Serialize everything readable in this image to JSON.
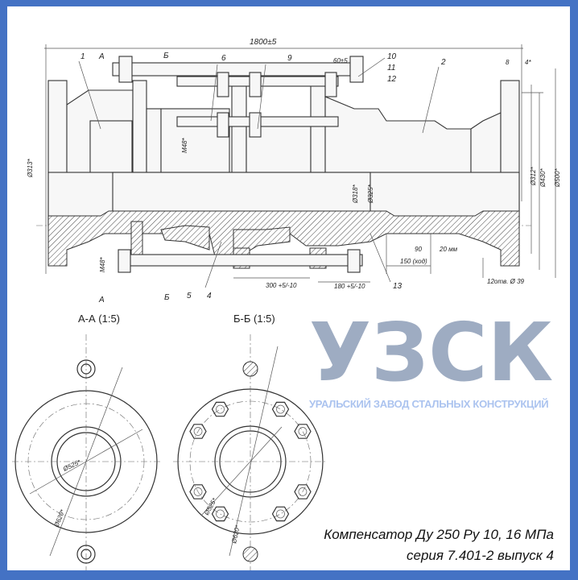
{
  "drawing": {
    "dimensions": {
      "overall_length": "1800±5",
      "d313": "Ø313*",
      "d312": "Ø312*",
      "d430": "Ø430*",
      "d500": "Ø500*",
      "d318": "Ø318*",
      "d325": "Ø325*",
      "m48_top": "M48*",
      "m48_bottom": "M48*",
      "gap_60": "60±5",
      "dim_8": "8",
      "dim_4": "4*",
      "dim_90": "90",
      "dim_20": "20 мм",
      "dim_150": "150 (ход)",
      "dim_300": "300 +5/-10",
      "dim_180": "180 +5/-10",
      "holes_note": "12отв. Ø 39"
    },
    "part_numbers": [
      "1",
      "2",
      "4",
      "5",
      "6",
      "9",
      "10",
      "11",
      "12",
      "13"
    ],
    "section_marks": {
      "a": "А",
      "b": "Б"
    }
  },
  "sections": {
    "aa": {
      "title": "А-А (1:5)",
      "d_inner": "Ø525*",
      "d_outer": "Ø620*"
    },
    "bb": {
      "title": "Б-Б (1:5)",
      "d_inner": "Ø525*",
      "d_outer": "Ø620*"
    }
  },
  "logo": {
    "letters": "УЗСК",
    "subtitle": "УРАЛЬСКИЙ ЗАВОД СТАЛЬНЫХ КОНСТРУКЦИЙ"
  },
  "caption": {
    "line1": "Компенсатор Ду 250 Ру 10, 16 МПа",
    "line2": "серия 7.401-2 выпуск 4"
  },
  "colors": {
    "frame": "#4472C4",
    "logo": "#7890AA",
    "logo_sub": "#96B4EB"
  }
}
